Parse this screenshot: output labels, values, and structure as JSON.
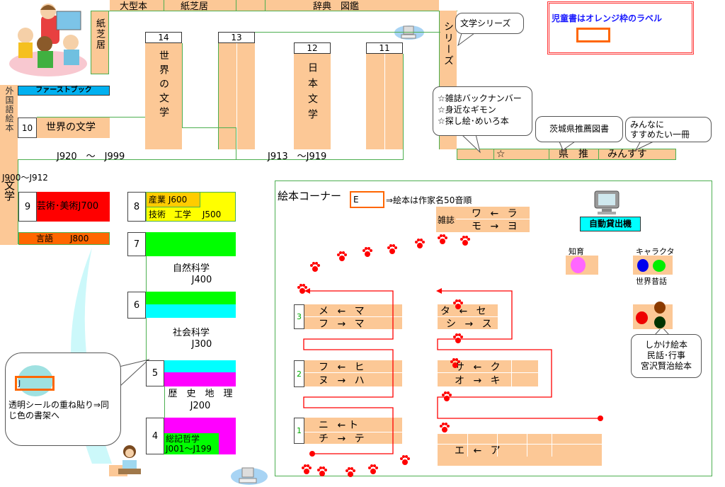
{
  "top_strip": {
    "oversize": "大型本",
    "kamishibai": "紙芝居",
    "dictionary": "辞典　図鑑"
  },
  "kamishibai_vertical": "紙芝居",
  "series_vertical": "シリーズ",
  "shelves_top": [
    {
      "number": "14",
      "label": "世界の文学"
    },
    {
      "number": "13",
      "label": ""
    },
    {
      "number": "12",
      "label": "日本文学"
    },
    {
      "number": "11",
      "label": ""
    }
  ],
  "foreign_picture_books": "外国語絵本",
  "first_book": "ファーストブック",
  "shelf10": {
    "number": "10",
    "label": "世界の文学"
  },
  "range_j920": "J920　～　J999",
  "range_j913": "J913　～J919",
  "range_j900": "J900～J912",
  "literature_vertical": "文学",
  "callouts": {
    "series": "文学シリーズ",
    "star_list": [
      "☆雑誌バックナンバー",
      "☆身近なギモン",
      "☆探し絵･めいろ本"
    ],
    "ibaraki": "茨城県推薦図書",
    "minnasu": [
      "みんなに",
      "すすめたい一冊"
    ],
    "shikake": [
      "しかけ絵本",
      "民話･行事",
      "宮沢賢治絵本"
    ],
    "sticker": {
      "label": "J",
      "text": "透明シールの重ね貼り⇒同じ色の書架へ"
    }
  },
  "bottom_strip": {
    "star": "☆",
    "ken_sui": "県　推",
    "minsusu": "みんすす"
  },
  "legend": {
    "text": "児童書はオレンジ枠のラベル",
    "text_color": "#1a1aff",
    "border_color": "#ff3333",
    "label_color": "#ff6600"
  },
  "sections": {
    "s9": {
      "number": "9",
      "label": "芸術･美術J700"
    },
    "language": "言語　　J800",
    "s8": {
      "number": "8",
      "row1": "産業 J600",
      "row2": "技術　工学　 J500"
    },
    "s7": {
      "number": "7"
    },
    "natural": {
      "label": "自然科学",
      "code": "J400"
    },
    "s6": {
      "number": "6"
    },
    "social": {
      "label": "社会科学",
      "code": "J300"
    },
    "s5": {
      "number": "5"
    },
    "history": {
      "label": "歴　史　地　理",
      "code": "J200"
    },
    "s4": {
      "number": "4",
      "label": "総記哲学",
      "code": "J001～J199"
    }
  },
  "picture_corner": {
    "title": "絵本コーナー",
    "label": "E",
    "note": "⇒絵本は作家名50音順",
    "magazine": {
      "label": "雑誌",
      "row1": "ワ ← ラ",
      "row2": "モ → ヨ"
    },
    "self_checkout": "自動貸出機",
    "educational": "知育",
    "character": "キャラクタ",
    "world_tales": "世界昔話",
    "left_shelves": [
      {
        "number": "3",
        "row1": "メ ← マ",
        "row2": "フ → マ"
      },
      {
        "number": "2",
        "row1": "フ ← ヒ",
        "row2": "ヌ → ハ"
      },
      {
        "number": "1",
        "row1": "ニ ←ト",
        "row2": "チ → テ"
      }
    ],
    "right_shelves": [
      {
        "row1": "タ ← セ",
        "row2": "シ → ス"
      },
      {
        "row1": "サ ← ク",
        "row2": "オ → キ"
      },
      {
        "row1": "",
        "row2": "エ ← ア"
      }
    ]
  },
  "colors": {
    "shelf": "#fcc896",
    "green": "#00ff00",
    "cyan": "#00ffff",
    "magenta": "#ff00ff",
    "red": "#ff0000",
    "yellow": "#ffff00",
    "language": "#ff6600",
    "first_book": "#00b0f0",
    "path": "#ff0000"
  }
}
